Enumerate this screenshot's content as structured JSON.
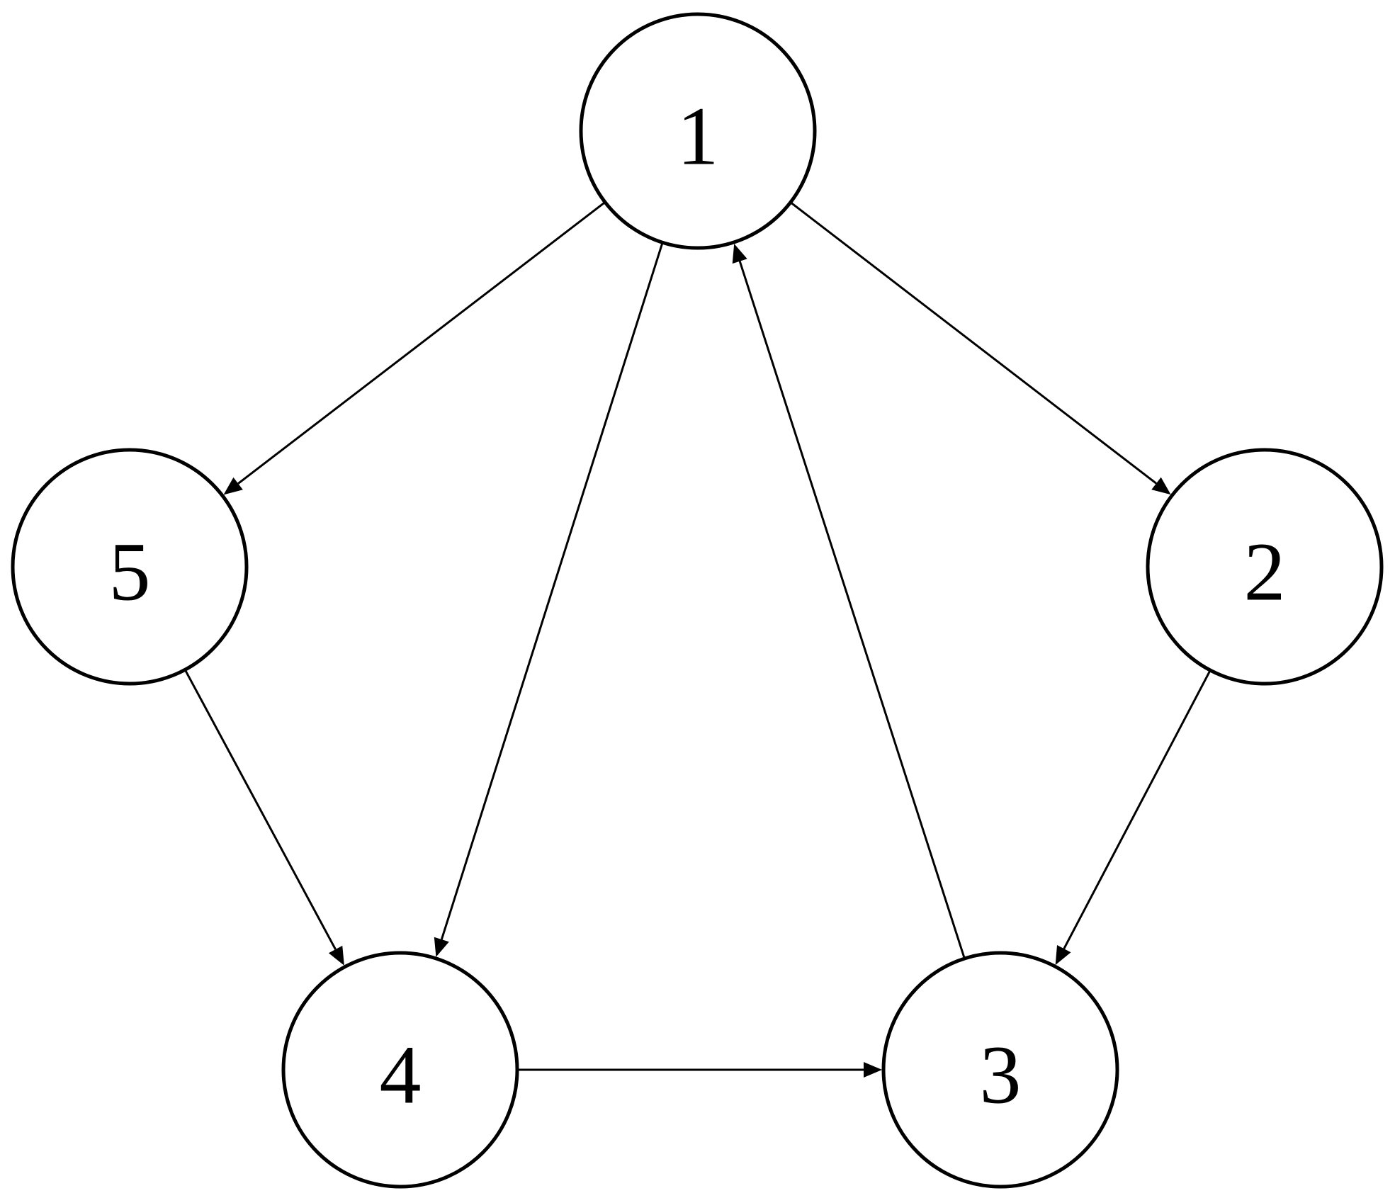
{
  "diagram": {
    "type": "directed-graph",
    "nodes": [
      {
        "id": "1",
        "label": "1"
      },
      {
        "id": "2",
        "label": "2"
      },
      {
        "id": "3",
        "label": "3"
      },
      {
        "id": "4",
        "label": "4"
      },
      {
        "id": "5",
        "label": "5"
      }
    ],
    "edges": [
      {
        "from": "1",
        "to": "5"
      },
      {
        "from": "1",
        "to": "2"
      },
      {
        "from": "1",
        "to": "4"
      },
      {
        "from": "3",
        "to": "1"
      },
      {
        "from": "5",
        "to": "4"
      },
      {
        "from": "2",
        "to": "3"
      },
      {
        "from": "4",
        "to": "3"
      }
    ],
    "colors": {
      "stroke": "#000000",
      "fill": "#ffffff",
      "background": "#ffffff"
    }
  }
}
